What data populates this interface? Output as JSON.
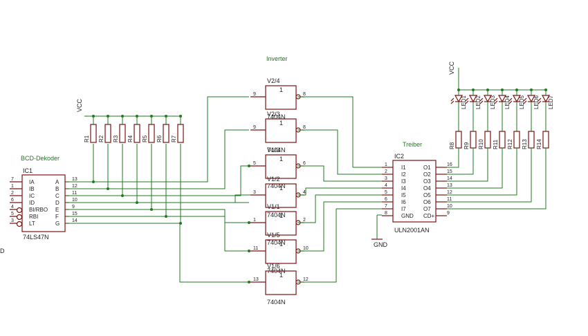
{
  "groups": {
    "decoder": "BCD-Dekoder",
    "inverter": "Inverter",
    "driver": "Treiber"
  },
  "ic1": {
    "name": "IC1",
    "type": "74LS47N",
    "left_pins": [
      {
        "num": "7",
        "label": "IA"
      },
      {
        "num": "1",
        "label": "IB"
      },
      {
        "num": "2",
        "label": "IC"
      },
      {
        "num": "6",
        "label": "ID"
      },
      {
        "num": "4",
        "label": "BI/RBO"
      },
      {
        "num": "5",
        "label": "RBI"
      },
      {
        "num": "3",
        "label": "LT"
      }
    ],
    "right_pins": [
      {
        "num": "13",
        "label": "A"
      },
      {
        "num": "12",
        "label": "B"
      },
      {
        "num": "11",
        "label": "C"
      },
      {
        "num": "10",
        "label": "D"
      },
      {
        "num": "9",
        "label": "E"
      },
      {
        "num": "15",
        "label": "F"
      },
      {
        "num": "14",
        "label": "G"
      }
    ],
    "stray_label": "D"
  },
  "ic2": {
    "name": "IC2",
    "type": "ULN2001AN",
    "left_pins": [
      {
        "num": "1",
        "label": "I1"
      },
      {
        "num": "2",
        "label": "I2"
      },
      {
        "num": "3",
        "label": "I3"
      },
      {
        "num": "4",
        "label": "I4"
      },
      {
        "num": "5",
        "label": "I5"
      },
      {
        "num": "6",
        "label": "I6"
      },
      {
        "num": "7",
        "label": "I7"
      },
      {
        "num": "8",
        "label": "GND"
      }
    ],
    "right_pins": [
      {
        "num": "16",
        "label": "O1"
      },
      {
        "num": "15",
        "label": "O2"
      },
      {
        "num": "14",
        "label": "O3"
      },
      {
        "num": "13",
        "label": "O4"
      },
      {
        "num": "12",
        "label": "O5"
      },
      {
        "num": "11",
        "label": "O6"
      },
      {
        "num": "10",
        "label": "O7"
      },
      {
        "num": "9",
        "label": "CD+"
      }
    ]
  },
  "gates": [
    {
      "name": "V2/4",
      "in": "9",
      "out": "8",
      "sym": "1",
      "type": "7404N"
    },
    {
      "name": "V2/3",
      "in": "9",
      "out": "8",
      "sym": "1",
      "type": "7404N"
    },
    {
      "name": "V1/3",
      "in": "5",
      "out": "6",
      "sym": "1",
      "type": "7404N"
    },
    {
      "name": "V1/2",
      "in": "3",
      "out": "4",
      "sym": "1",
      "type": "7404N"
    },
    {
      "name": "V1/1",
      "in": "1",
      "out": "2",
      "sym": "1",
      "type": "7404N"
    },
    {
      "name": "V1/5",
      "in": "11",
      "out": "10",
      "sym": "1",
      "type": "7404N"
    },
    {
      "name": "V1/6",
      "in": "13",
      "out": "12",
      "sym": "1",
      "type": "7404N"
    }
  ],
  "resistors_left": [
    "R1",
    "R2",
    "R3",
    "R4",
    "R5",
    "R6",
    "R7"
  ],
  "resistors_right": [
    "R8",
    "R9",
    "R10",
    "R11",
    "R12",
    "R13",
    "R14"
  ],
  "leds": [
    "LED1",
    "LED2",
    "LED3",
    "LED4",
    "LED5",
    "LED6",
    "LED7"
  ],
  "vcc": [
    "VCC",
    "VCC"
  ],
  "gnd": "GND"
}
